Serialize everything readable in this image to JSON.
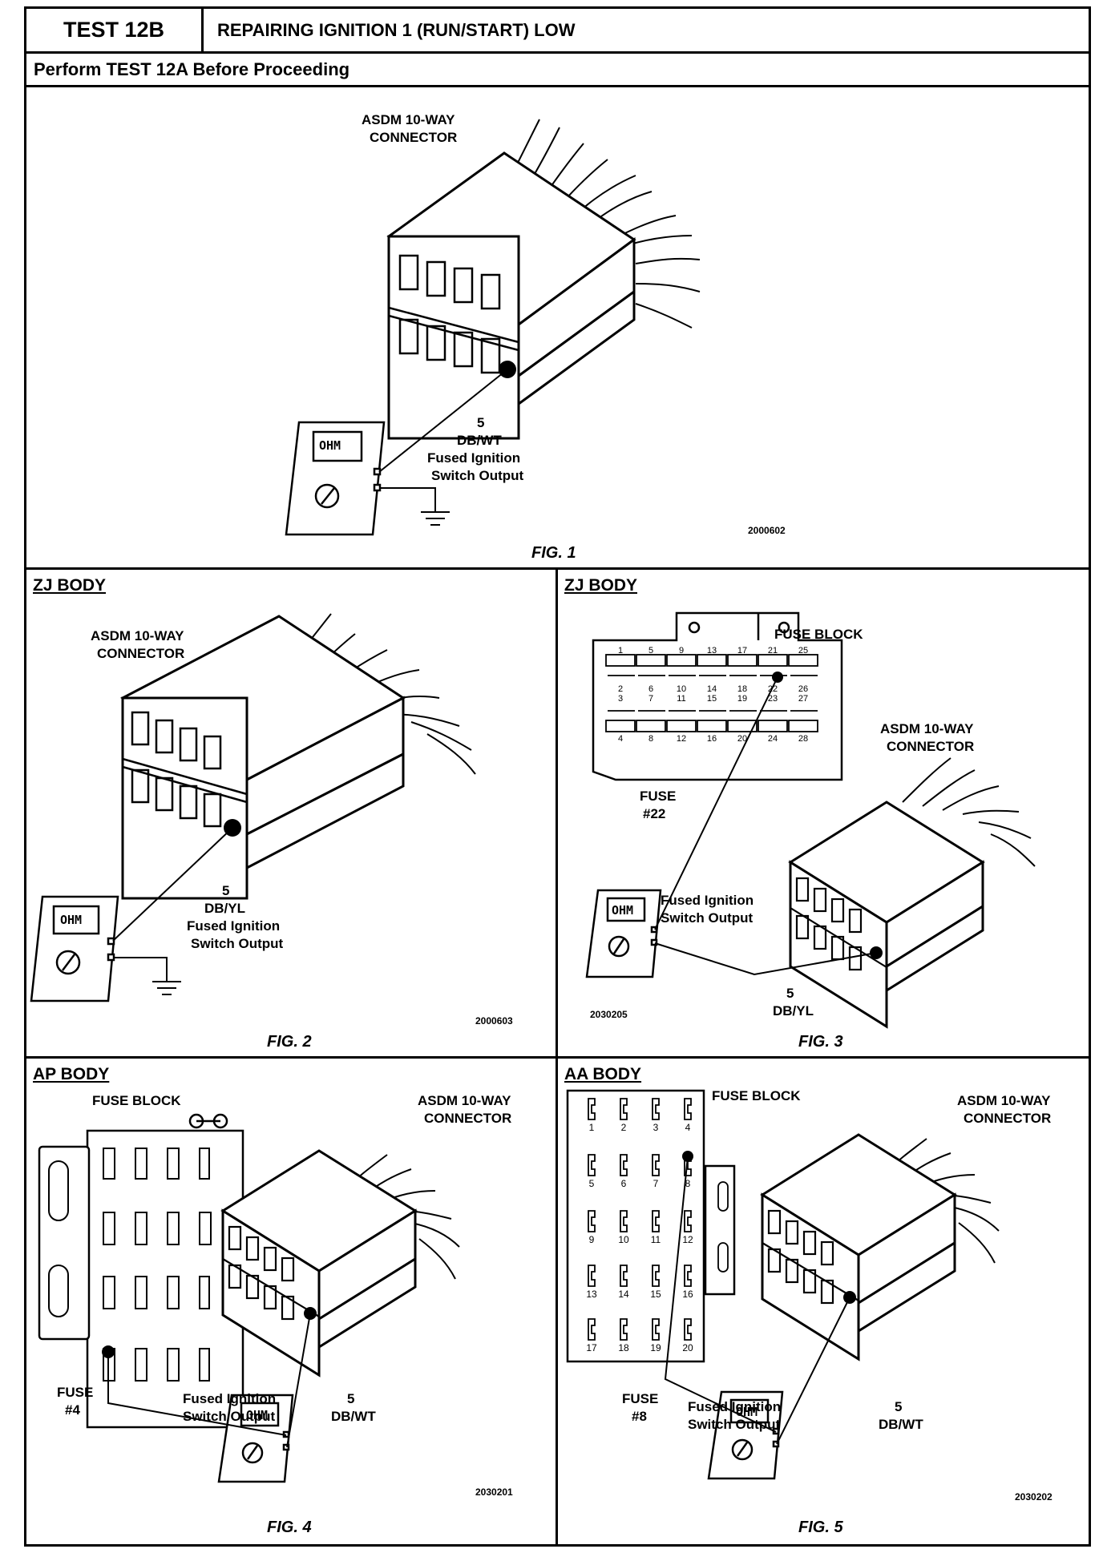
{
  "header": {
    "test_id": "TEST 12B",
    "title": "REPAIRING IGNITION 1 (RUN/START) LOW"
  },
  "precondition": "Perform TEST 12A Before Proceeding",
  "fig1": {
    "caption": "FIG. 1",
    "code": "2000602",
    "connector_label_1": "ASDM 10-WAY",
    "connector_label_2": "CONNECTOR",
    "meter": "OHM",
    "pin": "5",
    "wire": "DB/WT",
    "circuit_1": "Fused Ignition",
    "circuit_2": "Switch Output"
  },
  "fig2": {
    "body": "ZJ BODY",
    "caption": "FIG. 2",
    "code": "2000603",
    "connector_label_1": "ASDM 10-WAY",
    "connector_label_2": "CONNECTOR",
    "meter": "OHM",
    "pin": "5",
    "wire": "DB/YL",
    "circuit_1": "Fused Ignition",
    "circuit_2": "Switch Output"
  },
  "fig3": {
    "body": "ZJ BODY",
    "caption": "FIG. 3",
    "code": "2030205",
    "fuse_block": "FUSE BLOCK",
    "connector_label_1": "ASDM 10-WAY",
    "connector_label_2": "CONNECTOR",
    "fuse_1": "FUSE",
    "fuse_2": "#22",
    "meter": "OHM",
    "pin": "5",
    "wire": "DB/YL",
    "circuit_1": "Fused Ignition",
    "circuit_2": "Switch Output",
    "fuse_numbers_row1": [
      "1",
      "5",
      "9",
      "13",
      "17",
      "21",
      "25"
    ],
    "fuse_numbers_row2": [
      "2",
      "6",
      "10",
      "14",
      "18",
      "22",
      "26"
    ],
    "fuse_numbers_row3": [
      "3",
      "7",
      "11",
      "15",
      "19",
      "23",
      "27"
    ],
    "fuse_numbers_row4": [
      "4",
      "8",
      "12",
      "16",
      "20",
      "24",
      "28"
    ]
  },
  "fig4": {
    "body": "AP BODY",
    "caption": "FIG. 4",
    "code": "2030201",
    "fuse_block": "FUSE BLOCK",
    "connector_label_1": "ASDM 10-WAY",
    "connector_label_2": "CONNECTOR",
    "fuse_1": "FUSE",
    "fuse_2": "#4",
    "meter": "OHM",
    "pin": "5",
    "wire": "DB/WT",
    "circuit_1": "Fused Ignition",
    "circuit_2": "Switch Output"
  },
  "fig5": {
    "body": "AA BODY",
    "caption": "FIG. 5",
    "code": "2030202",
    "fuse_block": "FUSE BLOCK",
    "connector_label_1": "ASDM 10-WAY",
    "connector_label_2": "CONNECTOR",
    "fuse_1": "FUSE",
    "fuse_2": "#8",
    "meter": "OHM",
    "pin": "5",
    "wire": "DB/WT",
    "circuit_1": "Fused Ignition",
    "circuit_2": "Switch Output",
    "fuse_numbers": [
      "1",
      "2",
      "3",
      "4",
      "5",
      "6",
      "7",
      "8",
      "9",
      "10",
      "11",
      "12",
      "13",
      "14",
      "15",
      "16",
      "17",
      "18",
      "19",
      "20"
    ]
  }
}
